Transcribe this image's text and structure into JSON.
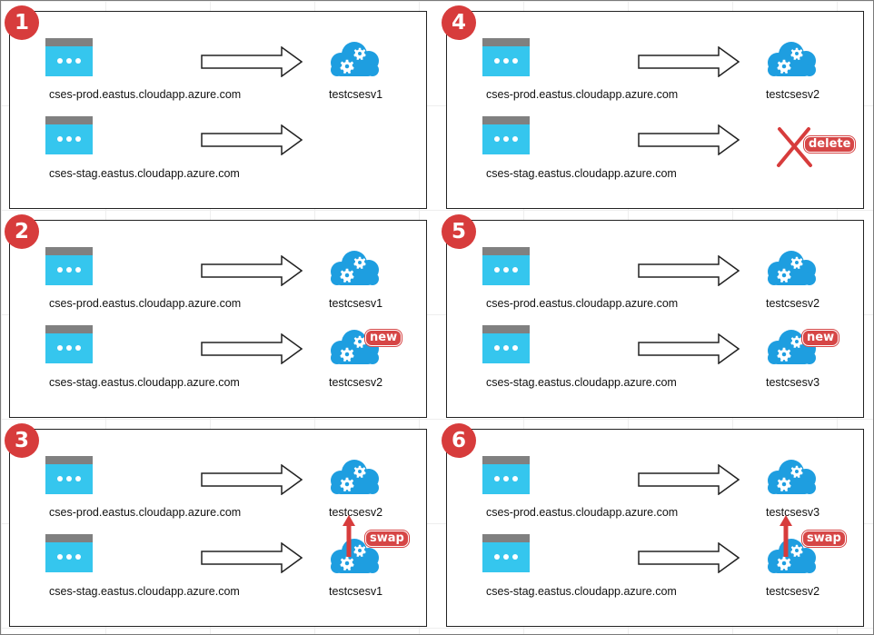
{
  "domains": {
    "prod": "cses-prod.eastus.cloudapp.azure.com",
    "stag": "cses-stag.eastus.cloudapp.azure.com"
  },
  "panels": [
    {
      "step": "1",
      "prod_target": "testcsesv1",
      "stag_target": ""
    },
    {
      "step": "2",
      "prod_target": "testcsesv1",
      "stag_target": "testcsesv2",
      "stag_tag": "new"
    },
    {
      "step": "3",
      "prod_target": "testcsesv2",
      "stag_target": "testcsesv1",
      "stag_tag": "swap"
    },
    {
      "step": "4",
      "prod_target": "testcsesv2",
      "stag_target": "",
      "stag_tag": "delete"
    },
    {
      "step": "5",
      "prod_target": "testcsesv2",
      "stag_target": "testcsesv3",
      "stag_tag": "new"
    },
    {
      "step": "6",
      "prod_target": "testcsesv3",
      "stag_target": "testcsesv2",
      "stag_tag": "swap"
    }
  ],
  "colors": {
    "accent_red": "#d73c3c",
    "icon_blue": "#35c6ee",
    "icon_gray": "#808080",
    "cloud_blue": "#1e9ee0"
  }
}
